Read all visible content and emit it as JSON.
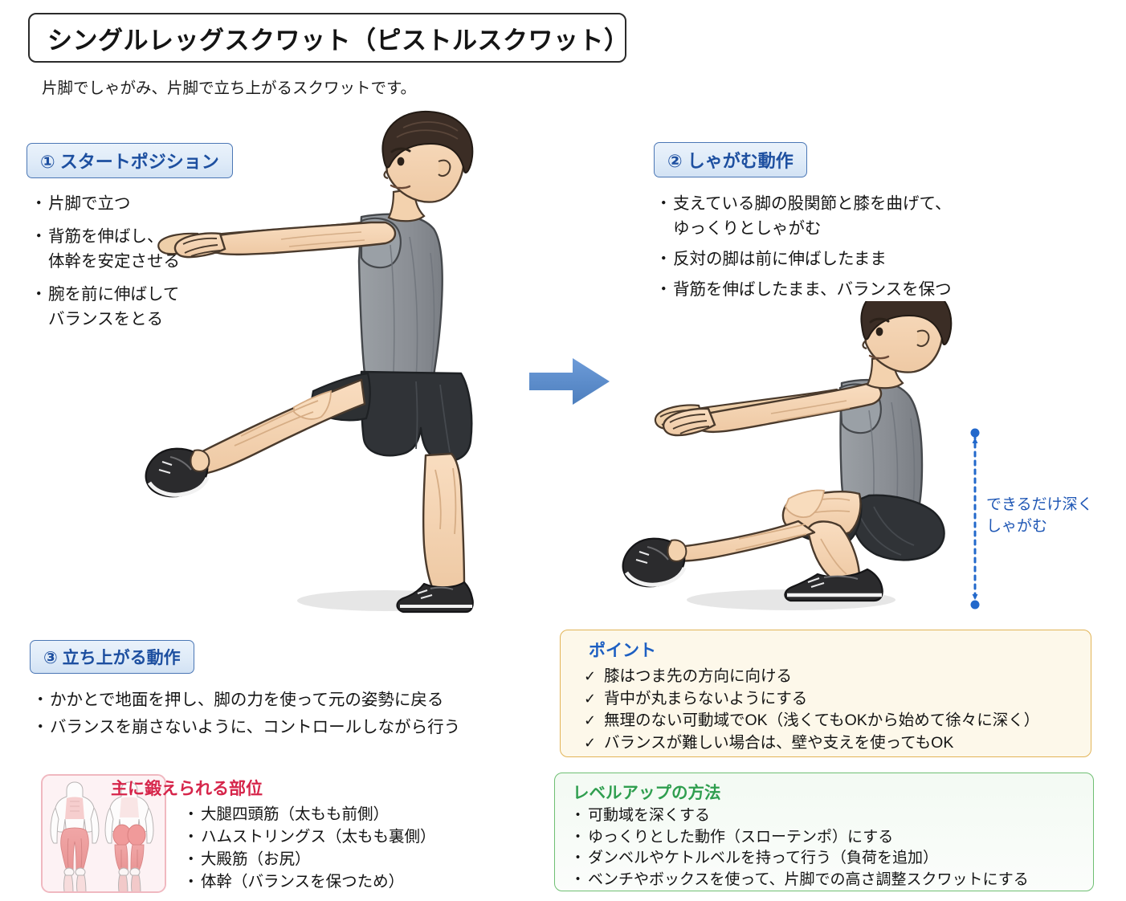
{
  "header": {
    "title": "シングルレッグスクワット（ピストルスクワット）",
    "subtitle": "片脚でしゃがみ、片脚で立ち上がるスクワットです。"
  },
  "steps": [
    {
      "badge": "① スタートポジション",
      "items": [
        "片脚で立つ",
        "背筋を伸ばし、\n体幹を安定させる",
        "腕を前に伸ばして\nバランスをとる"
      ]
    },
    {
      "badge": "② しゃがむ動作",
      "items": [
        "支えている脚の股関節と膝を曲げて、\nゆっくりとしゃがむ",
        "反対の脚は前に伸ばしたまま",
        "背筋を伸ばしたまま、バランスを保つ"
      ]
    },
    {
      "badge": "③ 立ち上がる動作",
      "items": [
        "かかとで地面を押し、脚の力を使って元の姿勢に戻る",
        "バランスを崩さないように、コントロールしながら行う"
      ]
    }
  ],
  "annotation": {
    "depth_label": "できるだけ深く\nしゃがむ",
    "line_color": "#2268cb"
  },
  "points_box": {
    "title": "ポイント",
    "items": [
      "膝はつま先の方向に向ける",
      "背中が丸まらないようにする",
      "無理のない可動域でOK（浅くてもOKから始めて徐々に深く）",
      "バランスが難しい場合は、壁や支えを使ってもOK"
    ],
    "border_color": "#e2b457",
    "background_color": "#fdf8ea",
    "title_color": "#1d5fc2",
    "check_icon": "check-mark-icon"
  },
  "level_box": {
    "title": "レベルアップの方法",
    "items": [
      "可動域を深くする",
      "ゆっくりとした動作（スローテンポ）にする",
      "ダンベルやケトルベルを持って行う（負荷を追加）",
      "ベンチやボックスを使って、片脚での高さ調整スクワットにする"
    ],
    "border_color": "#6fbf73",
    "title_color": "#2f9e4f"
  },
  "muscle_box": {
    "title": "主に鍛えられる部位",
    "title_color": "#d6254a",
    "border_color": "#f0b8c0",
    "diagram_icon": "anatomy-front-back-figures-icon",
    "items": [
      "大腿四頭筋（太もも前側）",
      "ハムストリングス（太もも裏側）",
      "大殿筋（お尻）",
      "体幹（バランスを保つため）"
    ]
  },
  "illustrations": {
    "arrow_icon": "right-arrow-icon",
    "arrow_color": "#5c8fd0",
    "figure_standing": "person-single-leg-stand-icon",
    "figure_squatting": "person-pistol-squat-icon",
    "shirt_color": "#8d9196",
    "shorts_color": "#2e3134",
    "skin_color": "#f6d7b8",
    "hair_color": "#3b2d25",
    "shoe_color": "#2b2b2d"
  },
  "theme": {
    "badge_border": "#4b77b5",
    "badge_text": "#1d4fa0",
    "title_border": "#2b2b2b",
    "background": "#ffffff"
  }
}
